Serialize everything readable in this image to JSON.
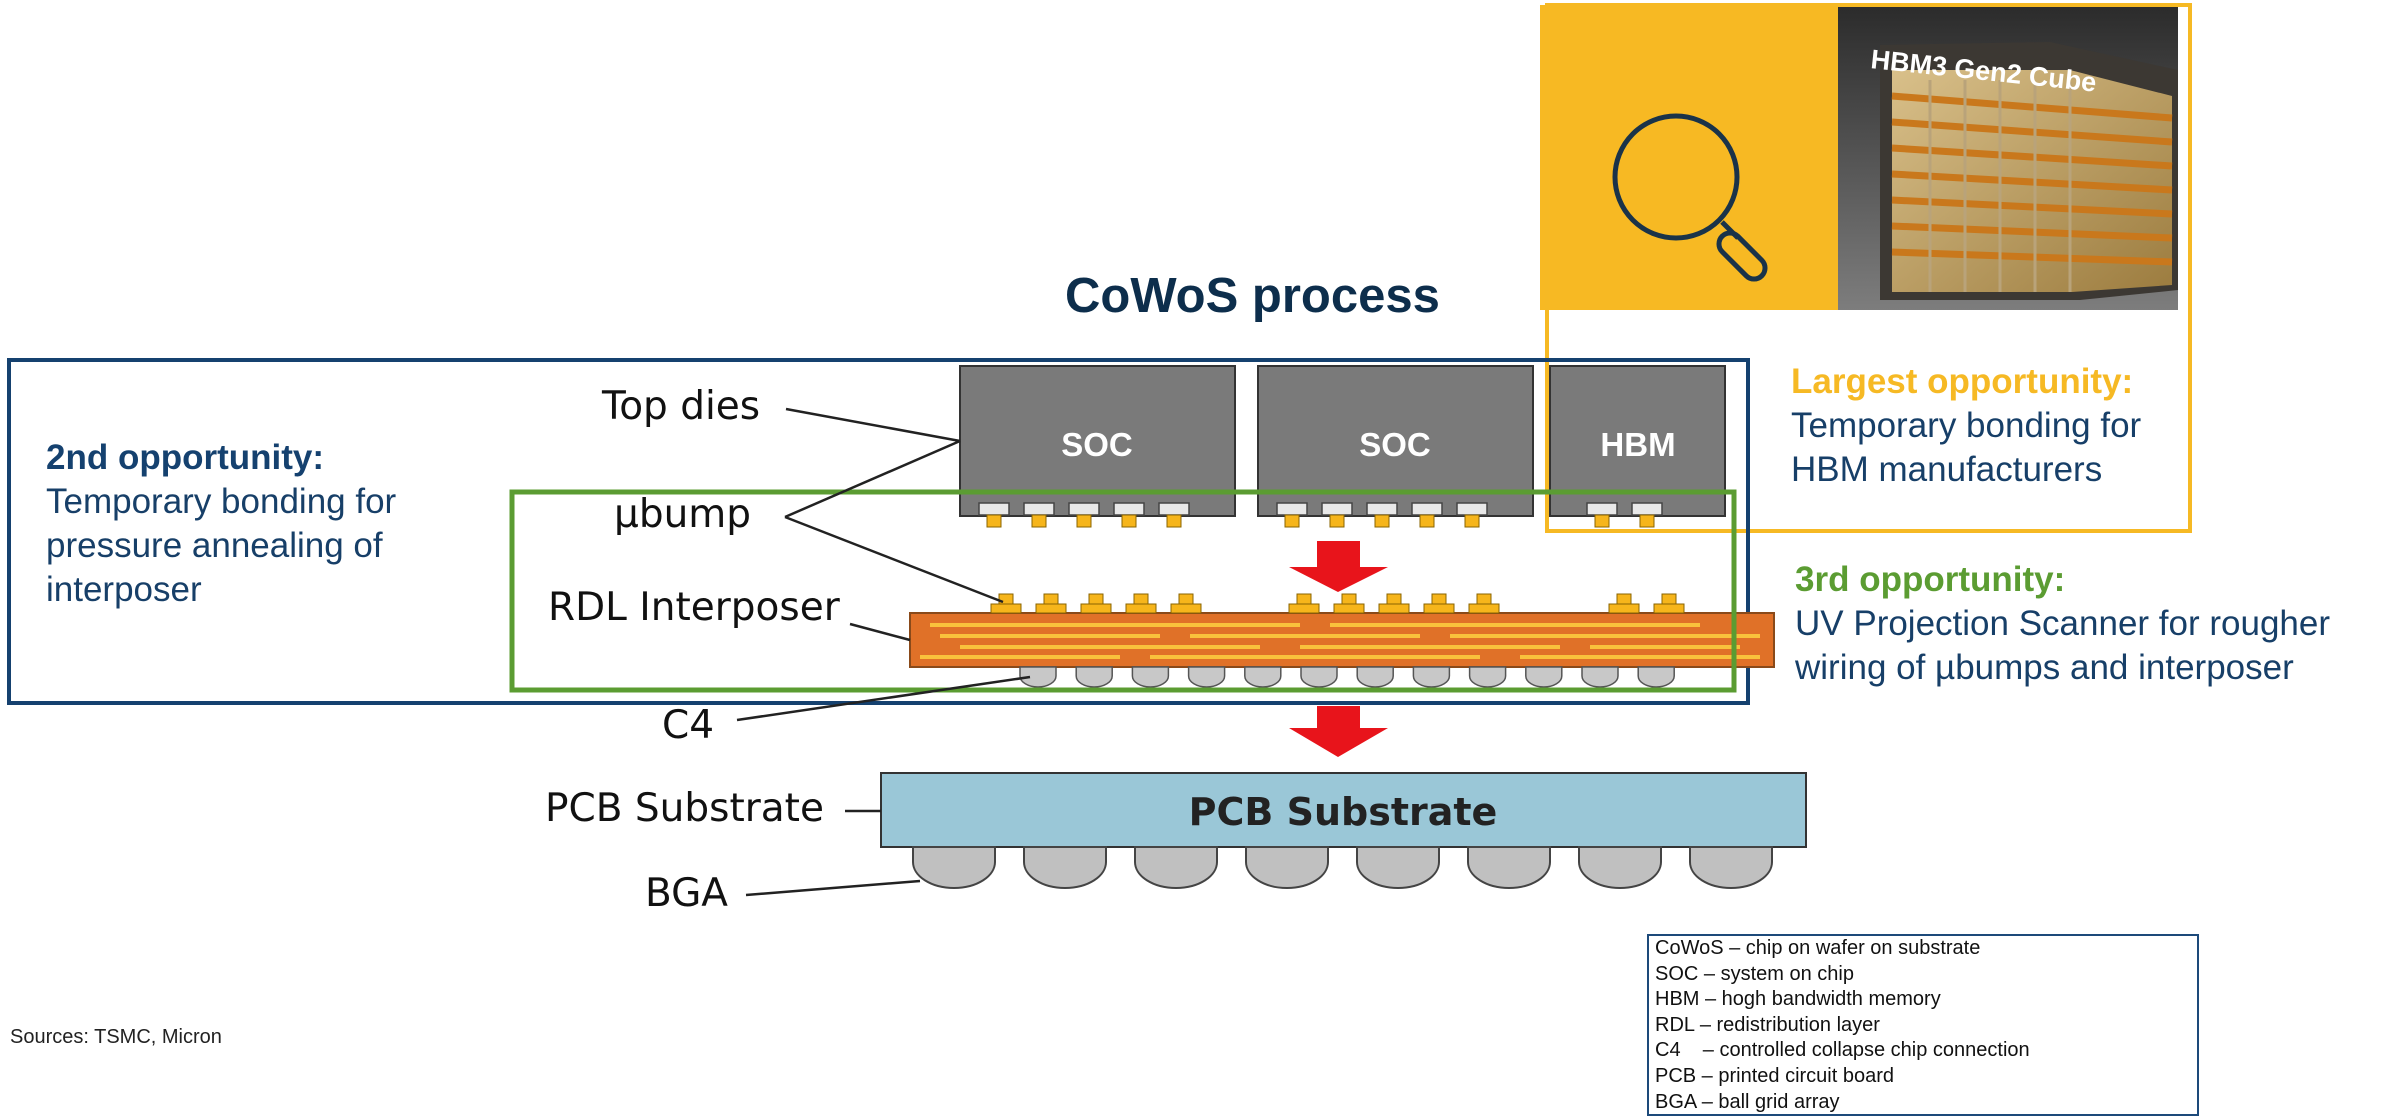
{
  "title": "CoWoS process",
  "labels": {
    "top_dies": "Top dies",
    "ubump": "µbump",
    "rdl_interposer": "RDL Interposer",
    "c4": "C4",
    "pcb_substrate": "PCB Substrate",
    "bga": "BGA"
  },
  "dies": [
    "SOC",
    "SOC",
    "HBM"
  ],
  "pcb_label": "PCB Substrate",
  "hbm_image_caption": "HBM3 Gen2 Cube",
  "opportunities": {
    "largest": {
      "heading": "Largest opportunity:",
      "lines": [
        "Temporary bonding for",
        "HBM manufacturers"
      ]
    },
    "second": {
      "heading": "2nd opportunity:",
      "lines": [
        "Temporary bonding for",
        "pressure annealing of",
        "interposer"
      ]
    },
    "third": {
      "heading": "3rd opportunity:",
      "lines": [
        "UV Projection Scanner for rougher",
        "wiring of µbumps and interposer"
      ]
    }
  },
  "sources": "Sources: TSMC, Micron",
  "glossary": [
    "CoWoS – chip on wafer on substrate",
    "SOC – system on chip",
    "HBM – hogh bandwidth memory",
    "RDL – redistribution layer",
    "C4    – controlled collapse chip connection",
    "PCB – printed circuit board",
    "BGA – ball grid array"
  ],
  "colors": {
    "navy": "#15416f",
    "gold": "#f6b924",
    "green": "#5b9c32",
    "die_gray": "#7a7a7a",
    "interposer_orange": "#e07128",
    "pcb_blue": "#9ac7d7",
    "arrow_red": "#e8141b"
  }
}
